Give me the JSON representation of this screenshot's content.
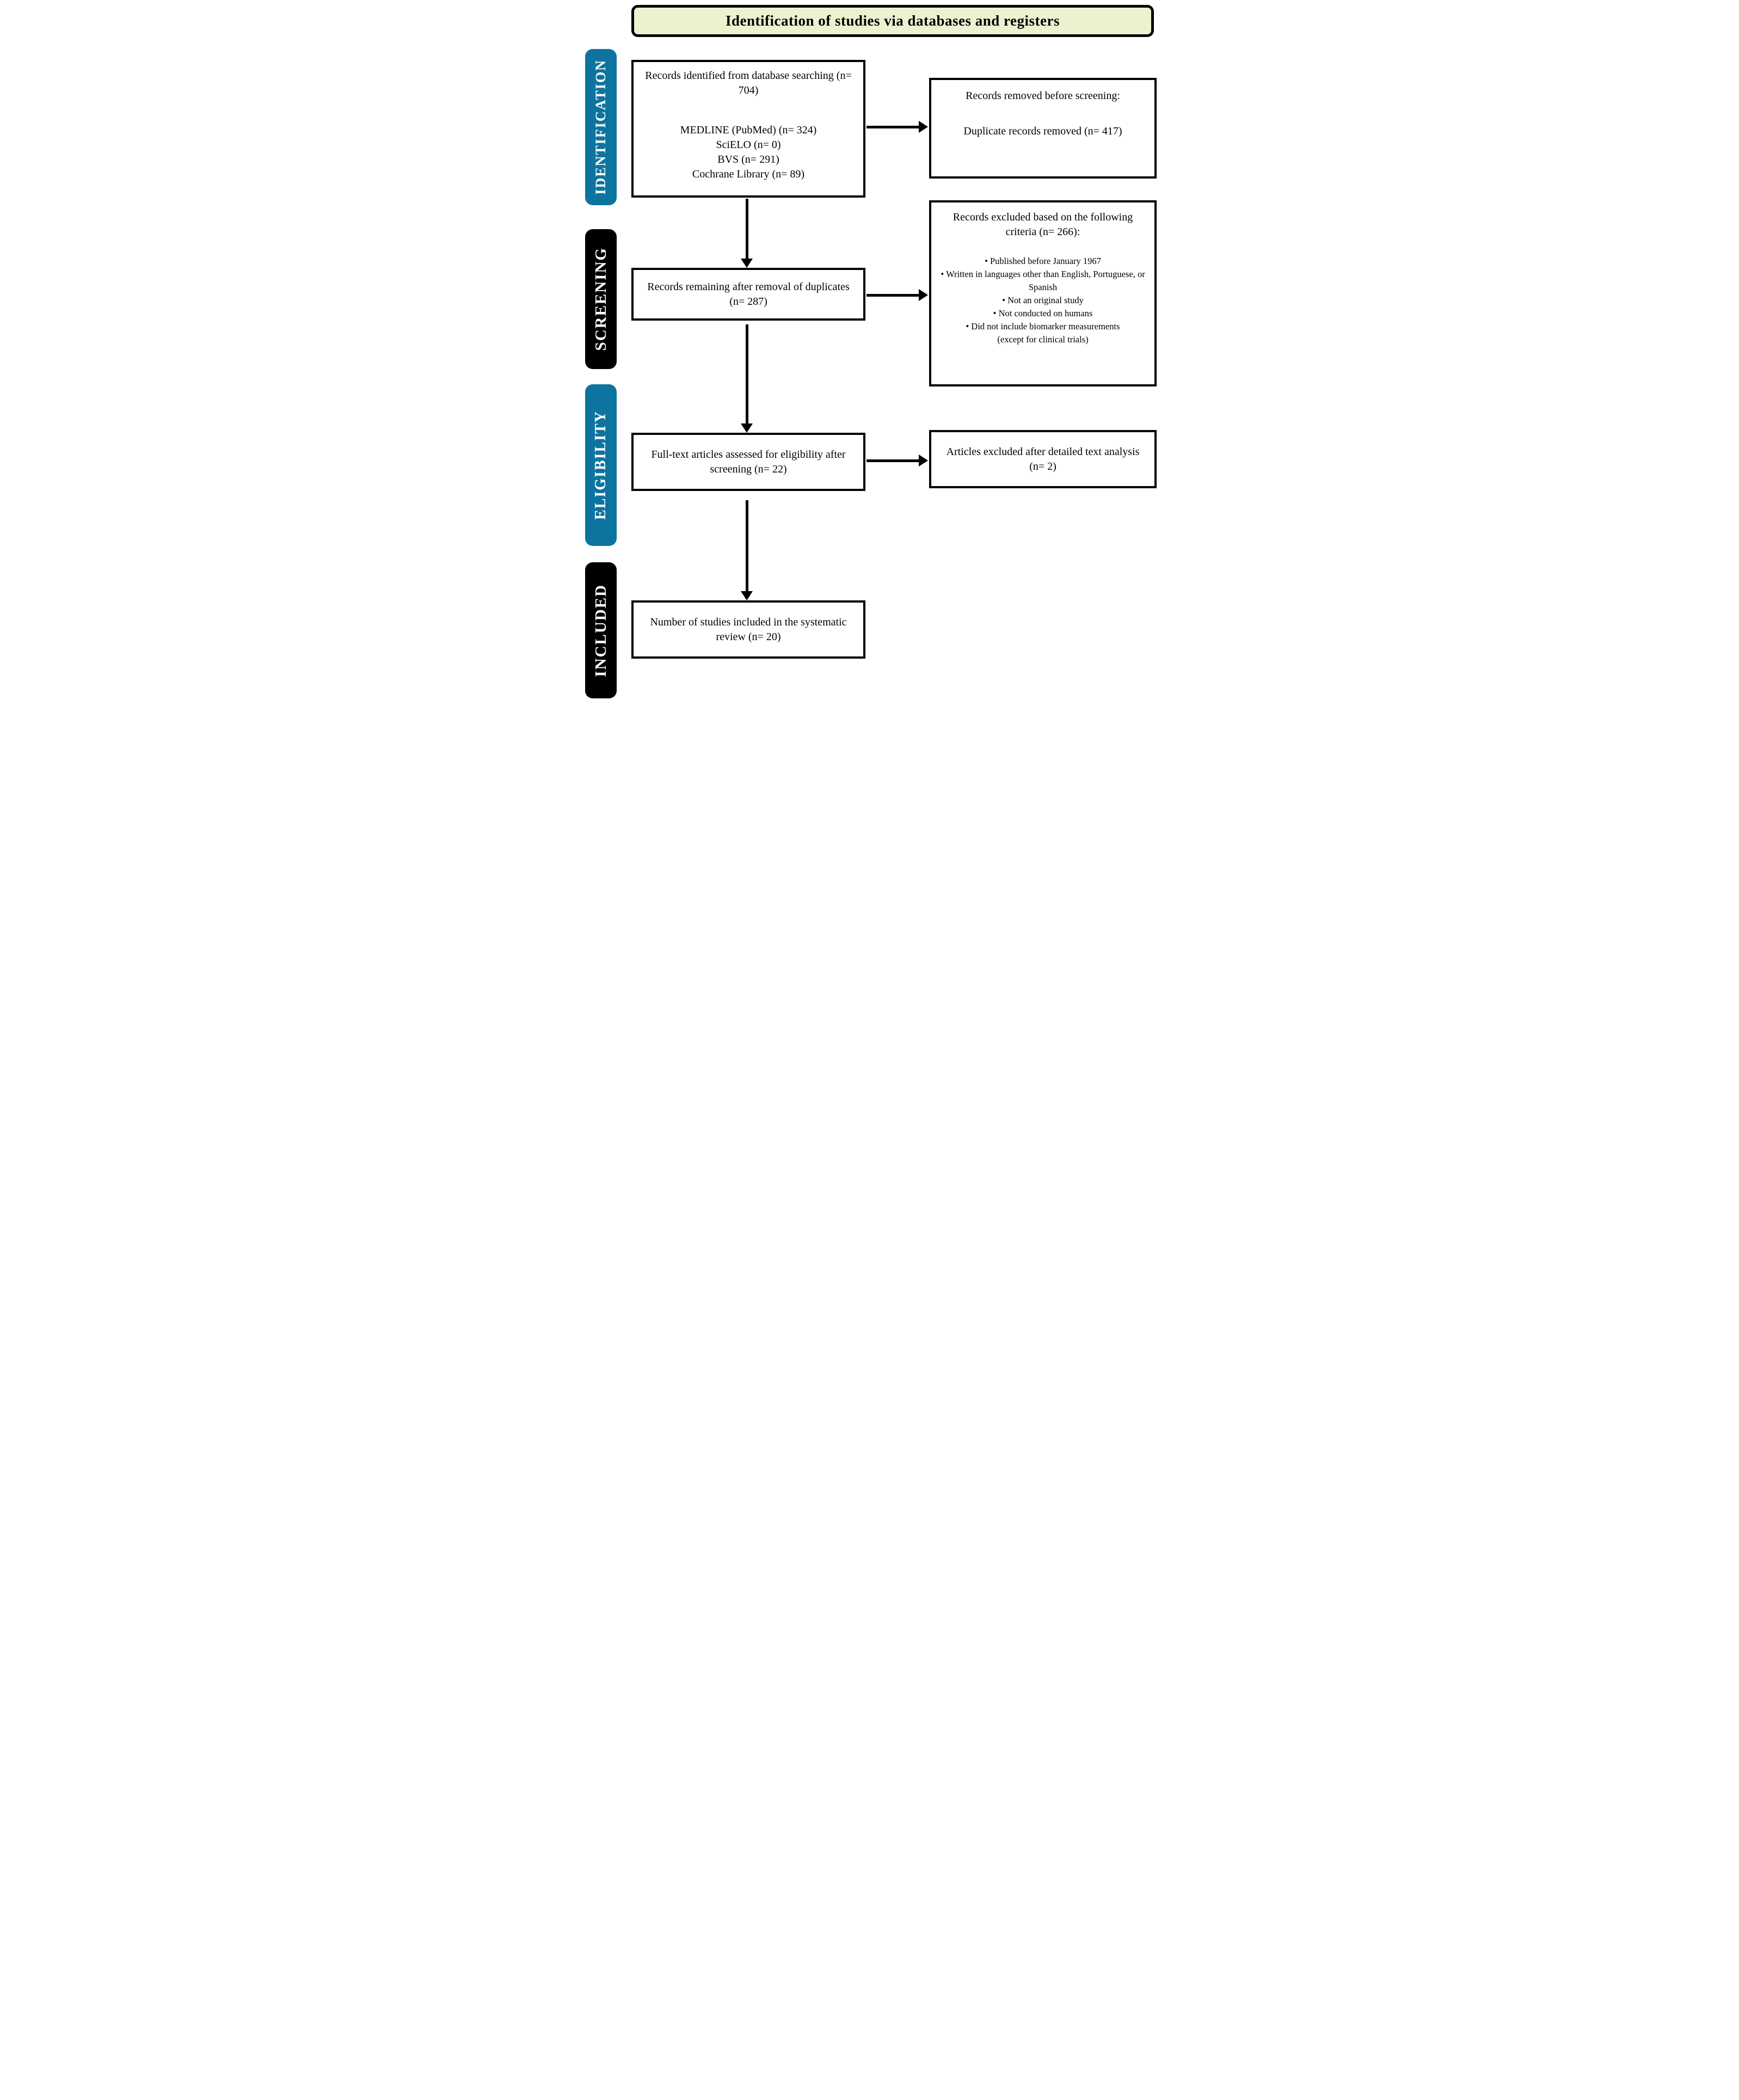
{
  "title": "Identification of studies via databases and registers",
  "colors": {
    "stage_teal": "#0D74A0",
    "stage_black": "#000000",
    "banner_bg": "#EEF1CF",
    "box_bg": "#FFFFFF",
    "ink": "#000000"
  },
  "glyphs": {
    "bullet": "•"
  },
  "sidebar": {
    "identification": "IDENTIFICATION",
    "screening": "SCREENING",
    "eligibility": "ELIGIBILITY",
    "included": "INCLUDED"
  },
  "boxes": {
    "identified": {
      "heading": "Records identified from database searching (n= 704)",
      "sources": [
        "MEDLINE (PubMed) (n= 324)",
        "SciELO (n= 0)",
        "BVS (n= 291)",
        "Cochrane Library (n= 89)"
      ]
    },
    "removed": {
      "heading": "Records removed before screening:",
      "detail": "Duplicate records removed (n= 417)"
    },
    "remaining": {
      "text": "Records remaining after removal of duplicates (n= 287)"
    },
    "excluded": {
      "heading": "Records excluded based on the following criteria (n= 266):",
      "bullets": [
        "Published before January 1967",
        "Written in languages other than English, Portuguese, or Spanish",
        "Not an original study",
        "Not conducted on humans",
        "Did not include biomarker measurements"
      ],
      "note": "(except for clinical trials)"
    },
    "fulltext": {
      "text": "Full-text articles assessed for eligibility after screening (n= 22)"
    },
    "articles_excluded": {
      "text": "Articles excluded after detailed text analysis (n= 2)"
    },
    "included_final": {
      "text": "Number of studies included in the systematic review (n= 20)"
    }
  }
}
